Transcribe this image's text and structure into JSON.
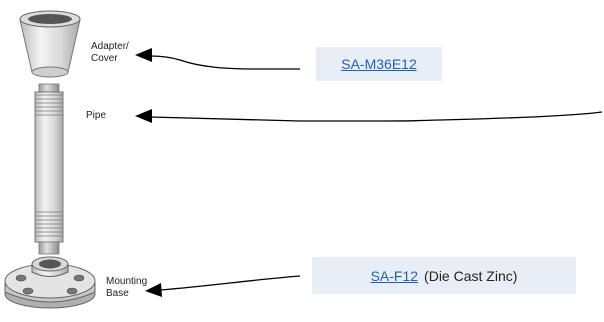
{
  "part_labels": {
    "adapter_line1": "Adapter/",
    "adapter_line2": "Cover",
    "pipe": "Pipe",
    "base_line1": "Mounting",
    "base_line2": "Base"
  },
  "callouts": {
    "adapter_link": "SA-M36E12",
    "base_link": "SA-F12",
    "base_note": "(Die Cast Zinc)"
  },
  "colors": {
    "callout_bg": "#e8eef6",
    "link": "#1f5fbf",
    "line": "#000000"
  }
}
